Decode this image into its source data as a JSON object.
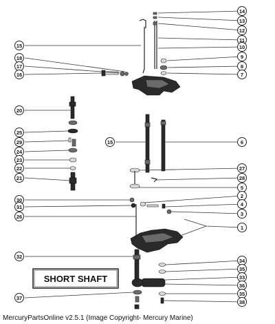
{
  "diagram": {
    "box_label": "SHORT SHAFT",
    "caption": "MercuryPartsOnline v2.5.1 (Image Copyright- Mercury Marine)",
    "callouts": [
      "1",
      "2",
      "3",
      "4",
      "5",
      "6",
      "7",
      "8",
      "9",
      "10",
      "11",
      "12",
      "13",
      "14",
      "15",
      "15",
      "16",
      "17",
      "18",
      "20",
      "21",
      "22",
      "23",
      "24",
      "25",
      "26",
      "27",
      "28",
      "29",
      "30",
      "31",
      "32",
      "33",
      "34",
      "35",
      "36",
      "37",
      "38"
    ]
  }
}
